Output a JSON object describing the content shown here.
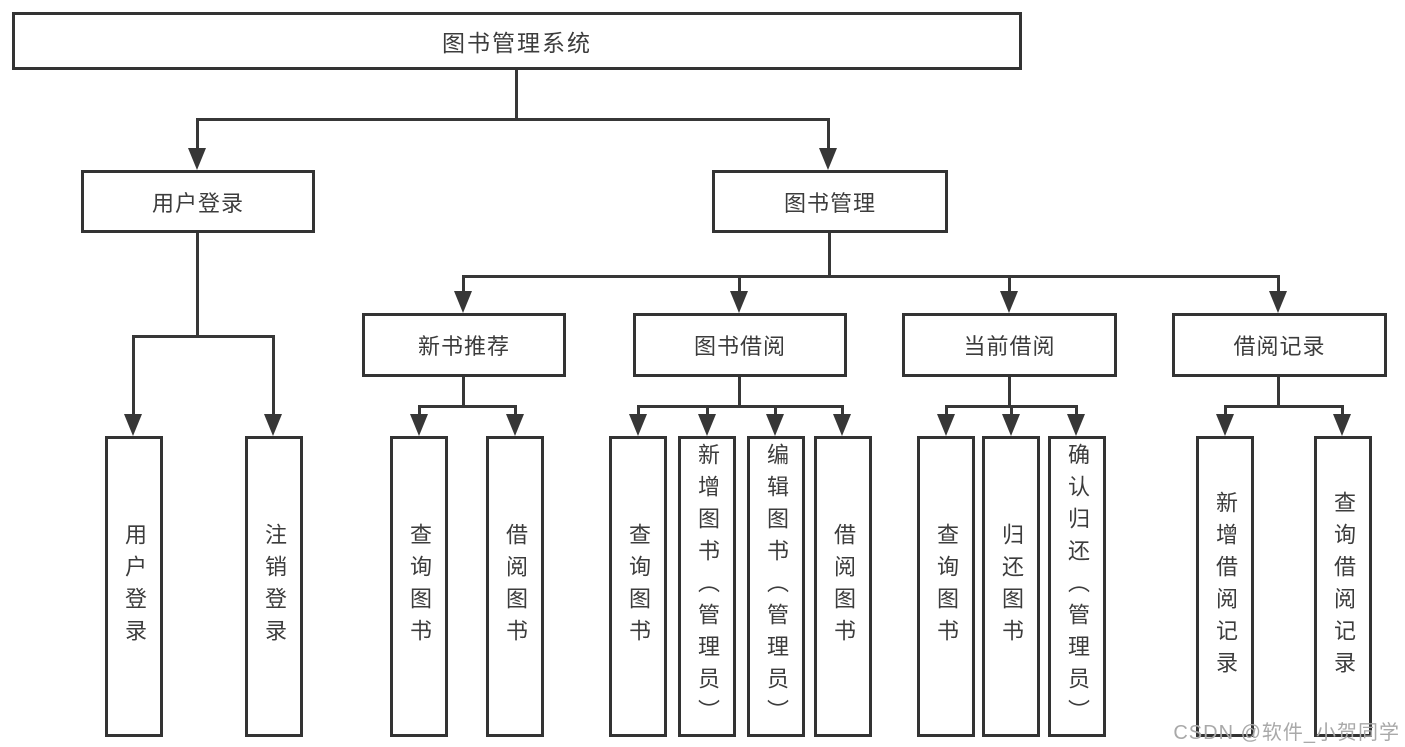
{
  "diagram": {
    "root": "图书管理系统",
    "branches": [
      {
        "label": "用户登录",
        "children": [
          "用户登录",
          "注销登录"
        ]
      },
      {
        "label": "图书管理",
        "sections": [
          {
            "label": "新书推荐",
            "children": [
              "查询图书",
              "借阅图书"
            ]
          },
          {
            "label": "图书借阅",
            "children": [
              "查询图书",
              "新增图书（管理员）",
              "编辑图书（管理员）",
              "借阅图书"
            ]
          },
          {
            "label": "当前借阅",
            "children": [
              "查询图书",
              "归还图书",
              "确认归还（管理员）"
            ]
          },
          {
            "label": "借阅记录",
            "children": [
              "新增借阅记录",
              "查询借阅记录"
            ]
          }
        ]
      }
    ]
  },
  "watermark": "CSDN @软件_小贺同学",
  "colors": {
    "line": "#373737",
    "box_border": "#333333",
    "text": "#3c3c3c",
    "watermark": "#a9a9a9",
    "background": "#ffffff"
  }
}
